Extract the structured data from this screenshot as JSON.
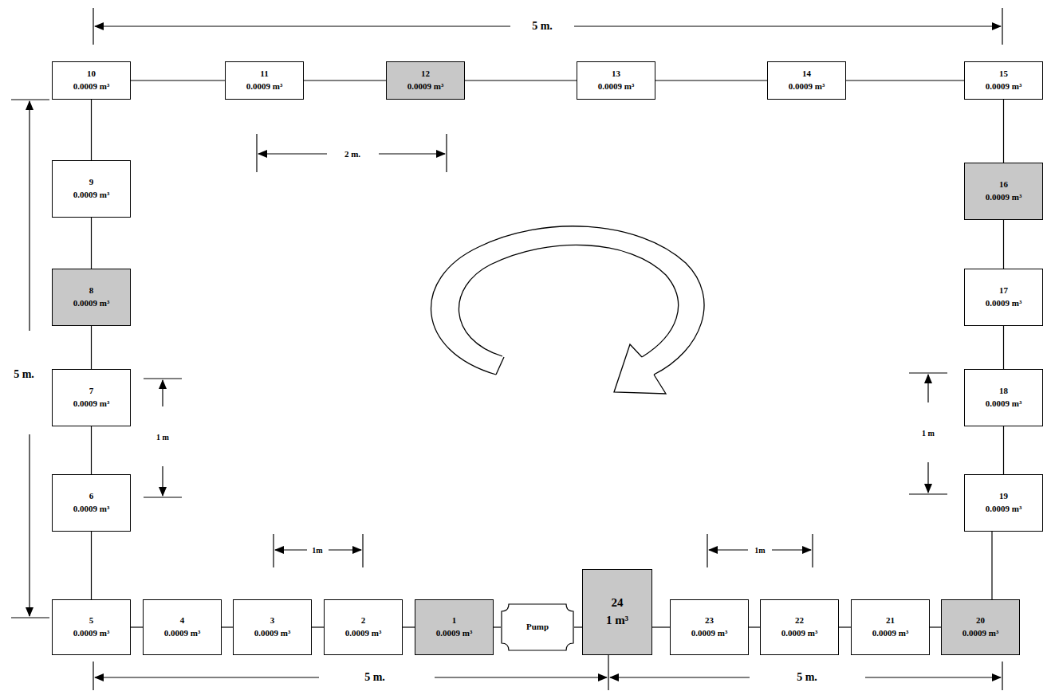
{
  "diagram": {
    "nodes": [
      {
        "text": [
          "10",
          "0.0009 m³"
        ]
      },
      {
        "text": [
          "11",
          "0.0009 m³"
        ]
      },
      {
        "text": [
          "12",
          "0.0009 m³"
        ]
      },
      {
        "text": [
          "13",
          "0.0009 m³"
        ]
      },
      {
        "text": [
          "14",
          "0.0009 m³"
        ]
      },
      {
        "text": [
          "15",
          "0.0009 m³"
        ]
      },
      {
        "text": [
          "9",
          "0.0009 m³"
        ]
      },
      {
        "text": [
          "16",
          "0.0009 m³"
        ]
      },
      {
        "text": [
          "8",
          "0.0009 m³"
        ]
      },
      {
        "text": [
          "17",
          "0.0009 m³"
        ]
      },
      {
        "text": [
          "7",
          "0.0009 m³"
        ]
      },
      {
        "text": [
          "18",
          "0.0009 m³"
        ]
      },
      {
        "text": [
          "6",
          "0.0009 m³"
        ]
      },
      {
        "text": [
          "19",
          "0.0009 m³"
        ]
      },
      {
        "text": [
          "5",
          "0.0009 m³"
        ]
      },
      {
        "text": [
          "4",
          "0.0009 m³"
        ]
      },
      {
        "text": [
          "3",
          "0.0009 m³"
        ]
      },
      {
        "text": [
          "2",
          "0.0009 m³"
        ]
      },
      {
        "text": [
          "1",
          "0.0009 m³"
        ]
      },
      {
        "text": [
          "Pump"
        ]
      },
      {
        "text": [
          "24",
          "1 m³"
        ]
      },
      {
        "text": [
          "23",
          "0.0009 m³"
        ]
      },
      {
        "text": [
          "22",
          "0.0009 m³"
        ]
      },
      {
        "text": [
          "21",
          "0.0009 m³"
        ]
      },
      {
        "text": [
          "20",
          "0.0009 m³"
        ]
      }
    ],
    "edges": [
      {
        "from": 18,
        "to": 17,
        "arrow": "none"
      },
      {
        "from": 17,
        "to": 16,
        "arrow": "none"
      },
      {
        "from": 16,
        "to": 15,
        "arrow": "none"
      },
      {
        "from": 15,
        "to": 14,
        "arrow": "none"
      },
      {
        "from": 14,
        "to": 12,
        "arrow": "none"
      },
      {
        "from": 12,
        "to": 10,
        "arrow": "none"
      },
      {
        "from": 10,
        "to": 8,
        "arrow": "none"
      },
      {
        "from": 8,
        "to": 6,
        "arrow": "none"
      },
      {
        "from": 6,
        "to": 0,
        "arrow": "none"
      },
      {
        "from": 0,
        "to": 1,
        "arrow": "none"
      },
      {
        "from": 1,
        "to": 2,
        "arrow": "none"
      },
      {
        "from": 2,
        "to": 3,
        "arrow": "none"
      },
      {
        "from": 3,
        "to": 4,
        "arrow": "none"
      },
      {
        "from": 4,
        "to": 5,
        "arrow": "none"
      },
      {
        "from": 5,
        "to": 7,
        "arrow": "none"
      },
      {
        "from": 7,
        "to": 9,
        "arrow": "none"
      },
      {
        "from": 9,
        "to": 11,
        "arrow": "none"
      },
      {
        "from": 11,
        "to": 13,
        "arrow": "none"
      },
      {
        "from": 13,
        "to": 24,
        "arrow": "none"
      },
      {
        "from": 24,
        "to": 23,
        "arrow": "none"
      },
      {
        "from": 23,
        "to": 22,
        "arrow": "none"
      },
      {
        "from": 22,
        "to": 21,
        "arrow": "none"
      },
      {
        "from": 21,
        "to": 20,
        "arrow": "none"
      },
      {
        "from": 20,
        "to": 19,
        "arrow": "none"
      },
      {
        "from": 19,
        "to": 18,
        "arrow": "none"
      }
    ],
    "labels": [
      "5 m.",
      "5 m.",
      "2 m.",
      "1 m",
      "1 m",
      "1m",
      "1m",
      "5 m.",
      "5 m."
    ]
  }
}
